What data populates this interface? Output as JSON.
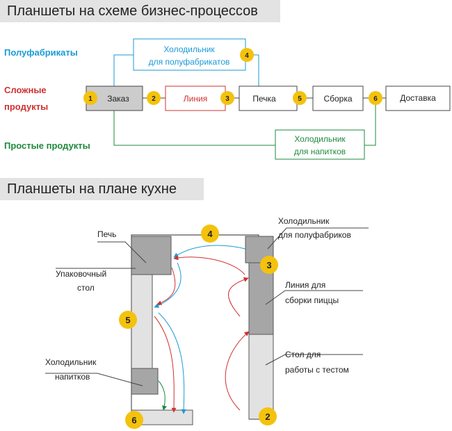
{
  "sections": {
    "process": "Планшеты на схеме бизнес-процессов",
    "kitchen": "Планшеты на плане кухне"
  },
  "colors": {
    "blue": "#1a9ad6",
    "red": "#d03030",
    "green": "#1d8a3c",
    "badge": "#f4c20d",
    "box_gray": "#cccccc",
    "dark_gray": "#a6a6a6",
    "light_gray": "#e2e2e2"
  },
  "process": {
    "lanes": {
      "semi": "Полуфабрикаты",
      "complex_1": "Сложные",
      "complex_2": "продукты",
      "simple": "Простые продукты"
    },
    "boxes": {
      "order": "Заказ",
      "line": "Линия",
      "oven": "Печка",
      "assembly": "Сборка",
      "delivery": "Доставка",
      "semi_fridge_1": "Холодильник",
      "semi_fridge_2": "для полуфабрикатов",
      "drinks_fridge_1": "Холодильник",
      "drinks_fridge_2": "для напитков"
    },
    "badges": [
      "1",
      "2",
      "3",
      "4",
      "5",
      "6"
    ]
  },
  "kitchen": {
    "labels": {
      "oven": "Печь",
      "pack_1": "Упаковочный",
      "pack_2": "стол",
      "drinks_1": "Холодильник",
      "drinks_2": "напитков",
      "semi_1": "Холодильник",
      "semi_2": "для полуфабриков",
      "line_1": "Линия для",
      "line_2": "сборки пиццы",
      "dough_1": "Стол для",
      "dough_2": "работы с тестом"
    },
    "badges": [
      "4",
      "3",
      "5",
      "2",
      "6"
    ]
  }
}
